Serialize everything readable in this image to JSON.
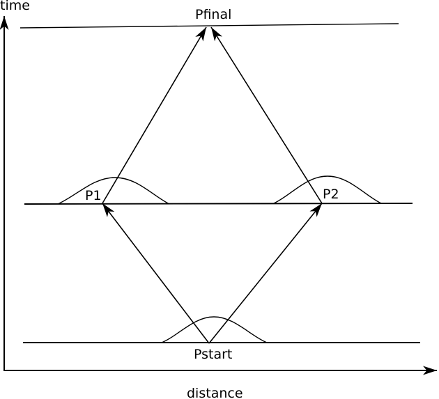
{
  "figure": {
    "title": "spacetime-probability-diagram",
    "axes": {
      "y_label": "time",
      "x_label": "distance"
    },
    "nodes": {
      "pfinal": "Pfinal",
      "p1": "P1",
      "p2": "P2",
      "pstart": "Pstart"
    },
    "edges": [
      {
        "from": "Pstart",
        "to": "P1"
      },
      {
        "from": "Pstart",
        "to": "P2"
      },
      {
        "from": "P1",
        "to": "Pfinal"
      },
      {
        "from": "P2",
        "to": "Pfinal"
      }
    ],
    "distributions": [
      {
        "at": "Pstart"
      },
      {
        "at": "P1"
      },
      {
        "at": "P2"
      }
    ],
    "colors": {
      "stroke": "#000000",
      "background": "#ffffff"
    }
  }
}
